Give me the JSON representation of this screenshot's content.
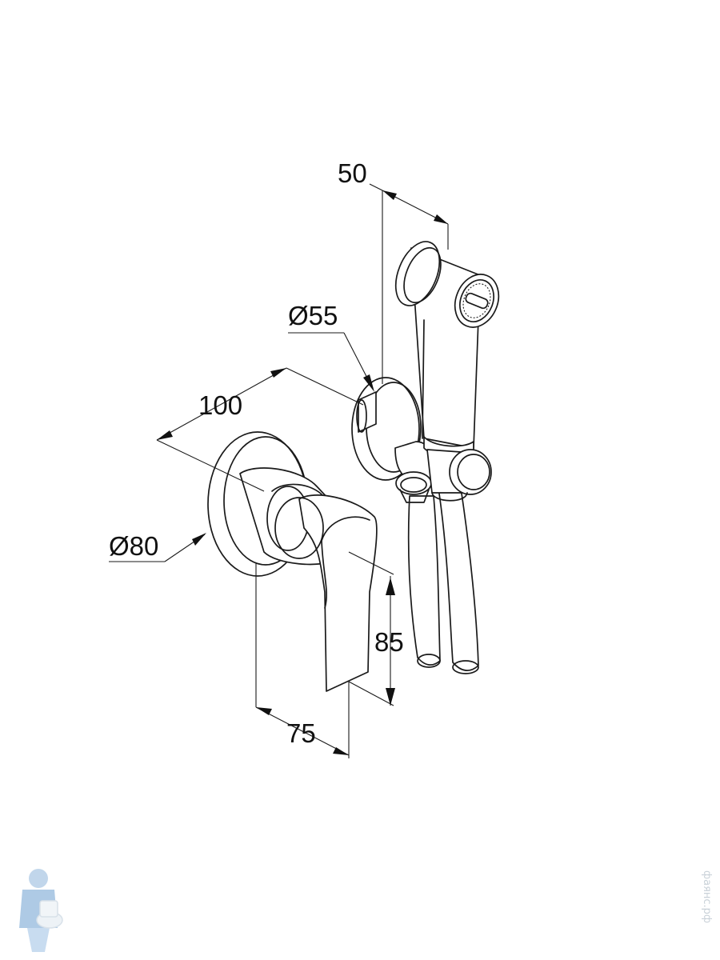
{
  "dimensions": {
    "width_top": "50",
    "diameter_holder": "Ø55",
    "depth_mixer": "100",
    "diameter_mixer": "Ø80",
    "height_handle": "85",
    "width_handle": "75"
  },
  "watermark": {
    "text": "фаянс.рф"
  }
}
